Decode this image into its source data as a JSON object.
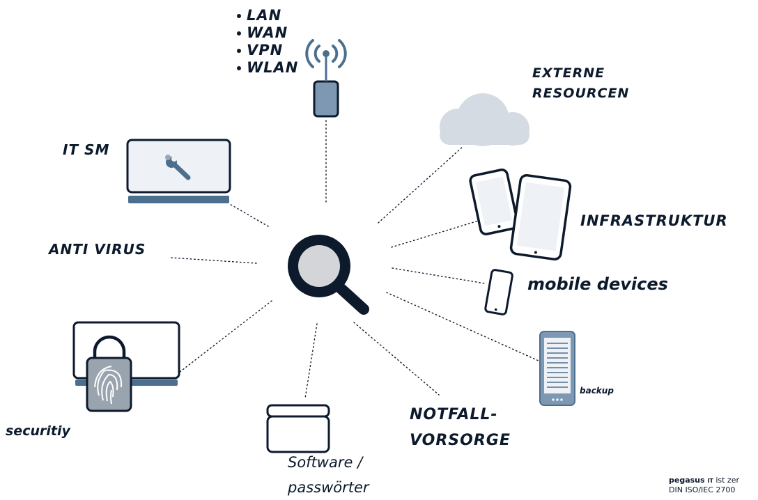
{
  "network_items": [
    "LAN",
    "WAN",
    "VPN",
    "WLAN"
  ],
  "labels": {
    "externe_line1": "EXTERNE",
    "externe_line2": "RESOURCEN",
    "itsm": "IT SM",
    "infrastruktur": "INFRASTRUKTUR",
    "antivirus": "ANTI VIRUS",
    "mobile_devices": "mobile devices",
    "backup": "backup",
    "security": "securitiy",
    "notfall_line1": "NOTFALL-",
    "notfall_line2": "VORSORGE",
    "software_line1": "Software /",
    "software_line2": "passwörter"
  },
  "certification": {
    "brand": "pegasus",
    "brand_suffix": "IT",
    "line1_rest": " ist zer",
    "line2": "DIN ISO/IEC 2700"
  },
  "colors": {
    "ink": "#0c1a2c",
    "steel_blue": "#4d6f8f",
    "router_fill": "#7e98b3",
    "light_fill": "#eef1f5",
    "cloud": "#d5dbe3",
    "lens": "#d3d5d8"
  },
  "icons": [
    "wifi-router-icon",
    "cloud-icon",
    "monitor-wrench-icon",
    "smartphone-icon",
    "tablet-icon",
    "magnifier-icon",
    "fingerprint-laptop-icon",
    "software-box-icon",
    "backup-device-icon"
  ]
}
